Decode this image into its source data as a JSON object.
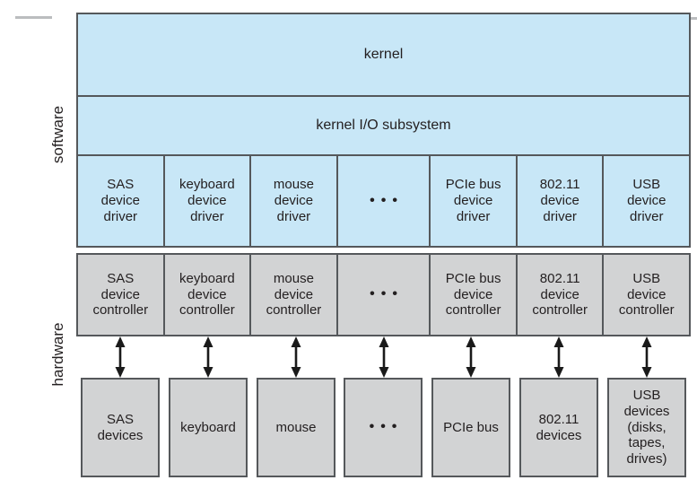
{
  "side_labels": {
    "software": "software",
    "hardware": "hardware"
  },
  "software": {
    "kernel_label": "kernel",
    "io_subsystem_label": "kernel I/O subsystem",
    "drivers": [
      "SAS\ndevice\ndriver",
      "keyboard\ndevice\ndriver",
      "mouse\ndevice\ndriver",
      "•••",
      "PCIe bus\ndevice\ndriver",
      "802.11\ndevice\ndriver",
      "USB\ndevice\ndriver"
    ]
  },
  "hardware": {
    "controllers": [
      "SAS\ndevice\ncontroller",
      "keyboard\ndevice\ncontroller",
      "mouse\ndevice\ncontroller",
      "•••",
      "PCIe bus\ndevice\ncontroller",
      "802.11\ndevice\ncontroller",
      "USB\ndevice\ncontroller"
    ],
    "devices": [
      "SAS\ndevices",
      "keyboard",
      "mouse",
      "•••",
      "PCIe bus",
      "802.11\ndevices",
      "USB\ndevices\n(disks,\ntapes,\ndrives)"
    ]
  },
  "icons": {
    "connector": "bidirectional-arrow-icon"
  },
  "colors": {
    "software_fill": "#c8e7f7",
    "hardware_fill": "#d2d3d4",
    "border": "#55585b",
    "text": "#231f20",
    "arrow": "#1a1a1a",
    "tick": "#bbbdbf"
  }
}
